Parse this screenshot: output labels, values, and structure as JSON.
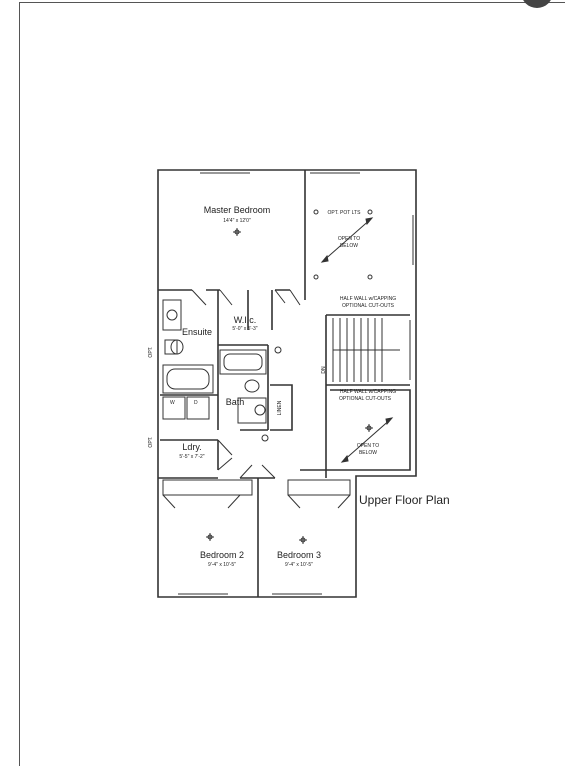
{
  "plan_title": "Upper Floor Plan",
  "rooms": {
    "master_bedroom": {
      "name": "Master Bedroom",
      "dims": "14'4\" x 12'0\""
    },
    "wic": {
      "name": "W.I.c.",
      "dims": "5'-0\" x 5'-3\""
    },
    "ensuite": {
      "name": "Ensuite"
    },
    "bath": {
      "name": "Bath"
    },
    "linen": {
      "name": "LINEN"
    },
    "laundry": {
      "name": "Ldry.",
      "dims": "5'-5\" x 7'-2\""
    },
    "bedroom2": {
      "name": "Bedroom 2",
      "dims": "9'-4\" x 10'-5\""
    },
    "bedroom3": {
      "name": "Bedroom 3",
      "dims": "9'-4\" x 10'-5\""
    }
  },
  "notes": {
    "opt_pot_lts": "OPT. POT LTS",
    "open_to_below_1a": "OPEN TO",
    "open_to_below_1b": "BELOW",
    "half_wall_1a": "HALF WALL w/CAPPING",
    "half_wall_1b": "OPTIONAL CUT-OUTS",
    "half_wall_2a": "HALF WALL w/CAPPING",
    "half_wall_2b": "OPTIONAL CUT-OUTS",
    "open_to_below_2a": "OPEN TO",
    "open_to_below_2b": "BELOW",
    "dn": "DN",
    "opt_1": "OPT.",
    "opt_2": "OPT.",
    "washer": "W",
    "dryer": "D"
  }
}
